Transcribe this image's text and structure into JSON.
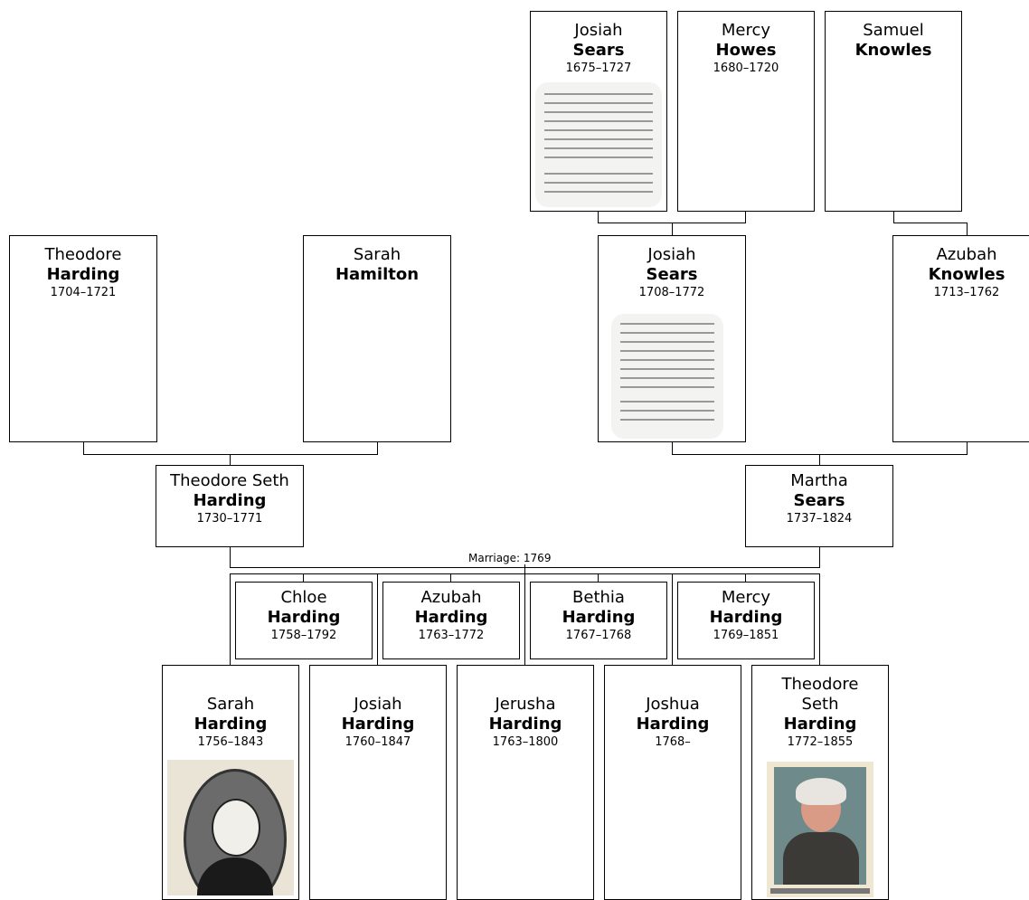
{
  "marriage_label": "Marriage: 1769",
  "people": {
    "josiah_sears_1675": {
      "given": "Josiah",
      "surname": "Sears",
      "dates": "1675–1727"
    },
    "mercy_howes": {
      "given": "Mercy",
      "surname": "Howes",
      "dates": "1680–1720"
    },
    "samuel_knowles": {
      "given": "Samuel",
      "surname": "Knowles",
      "dates": ""
    },
    "theodore_harding_1704": {
      "given": "Theodore",
      "surname": "Harding",
      "dates": "1704–1721"
    },
    "sarah_hamilton": {
      "given": "Sarah",
      "surname": "Hamilton",
      "dates": ""
    },
    "josiah_sears_1708": {
      "given": "Josiah",
      "surname": "Sears",
      "dates": "1708–1772"
    },
    "azubah_knowles": {
      "given": "Azubah",
      "surname": "Knowles",
      "dates": "1713–1762"
    },
    "theodore_seth_harding_1730": {
      "given": "Theodore Seth",
      "surname": "Harding",
      "dates": "1730–1771"
    },
    "martha_sears": {
      "given": "Martha",
      "surname": "Sears",
      "dates": "1737–1824"
    },
    "chloe_harding": {
      "given": "Chloe",
      "surname": "Harding",
      "dates": "1758–1792"
    },
    "azubah_harding": {
      "given": "Azubah",
      "surname": "Harding",
      "dates": "1763–1772"
    },
    "bethia_harding": {
      "given": "Bethia",
      "surname": "Harding",
      "dates": "1767–1768"
    },
    "mercy_harding": {
      "given": "Mercy",
      "surname": "Harding",
      "dates": "1769–1851"
    },
    "sarah_harding": {
      "given": "Sarah",
      "surname": "Harding",
      "dates": "1756–1843"
    },
    "josiah_harding": {
      "given": "Josiah",
      "surname": "Harding",
      "dates": "1760–1847"
    },
    "jerusha_harding": {
      "given": "Jerusha",
      "surname": "Harding",
      "dates": "1763–1800"
    },
    "joshua_harding": {
      "given": "Joshua",
      "surname": "Harding",
      "dates": "1768–"
    },
    "theodore_seth_harding_1772": {
      "given": "Theodore Seth",
      "surname": "Harding",
      "dates": "1772–1855"
    }
  }
}
